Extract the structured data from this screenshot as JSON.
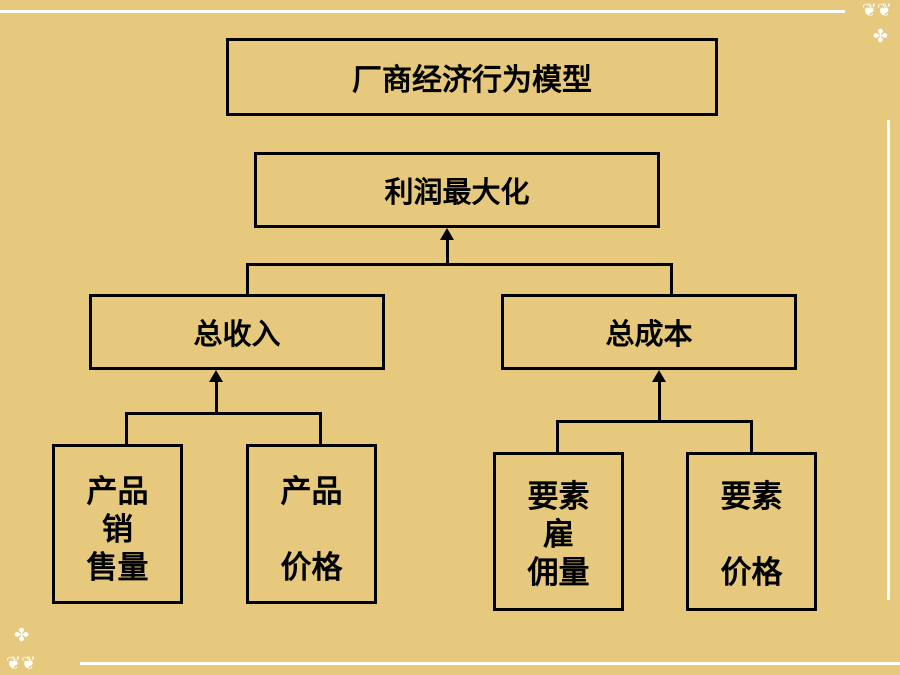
{
  "diagram": {
    "title": "厂商经济行为模型",
    "goal": "利润最大化",
    "revenue": {
      "label": "总收入",
      "children": [
        {
          "label": "产品\n销\n售量"
        },
        {
          "label": "产品\n\n价格"
        }
      ]
    },
    "cost": {
      "label": "总成本",
      "children": [
        {
          "label": "要素\n雇\n佣量"
        },
        {
          "label": "要素\n\n价格"
        }
      ]
    }
  },
  "ornaments": [
    "spiral-ornament-icon",
    "flourish-icon"
  ]
}
